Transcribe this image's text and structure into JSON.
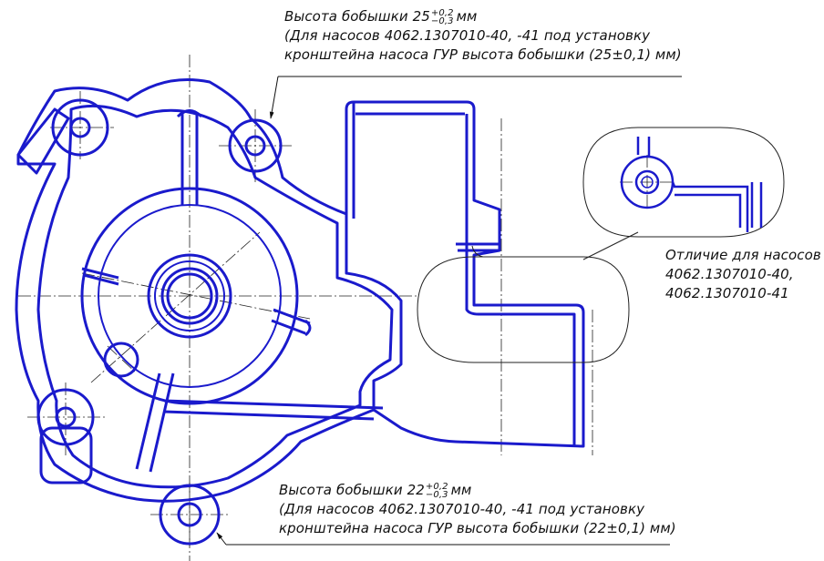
{
  "colors": {
    "drawing": "#1a1acc",
    "annotation": "#111111",
    "background": "#ffffff"
  },
  "notes": {
    "top": {
      "line1_text": "Высота бобышки 25",
      "line1_tol_upper": "+0,2",
      "line1_tol_lower": "−0,3",
      "line1_unit": "мм",
      "line2": "(Для насосов 4062.1307010-40, -41 под установку",
      "line3": "кронштейна насоса ГУР высота бобышки (25±0,1) мм)"
    },
    "right": {
      "line1": "Отличие для насосов",
      "line2": "4062.1307010-40,",
      "line3": "4062.1307010-41"
    },
    "bottom": {
      "line1_text": "Высота бобышки 22",
      "line1_tol_upper": "+0,2",
      "line1_tol_lower": "−0,3",
      "line1_unit": "мм",
      "line2": "(Для насосов 4062.1307010-40, -41 под установку",
      "line3": "кронштейна насоса ГУР высота бобышки (22±0,1) мм)"
    }
  }
}
